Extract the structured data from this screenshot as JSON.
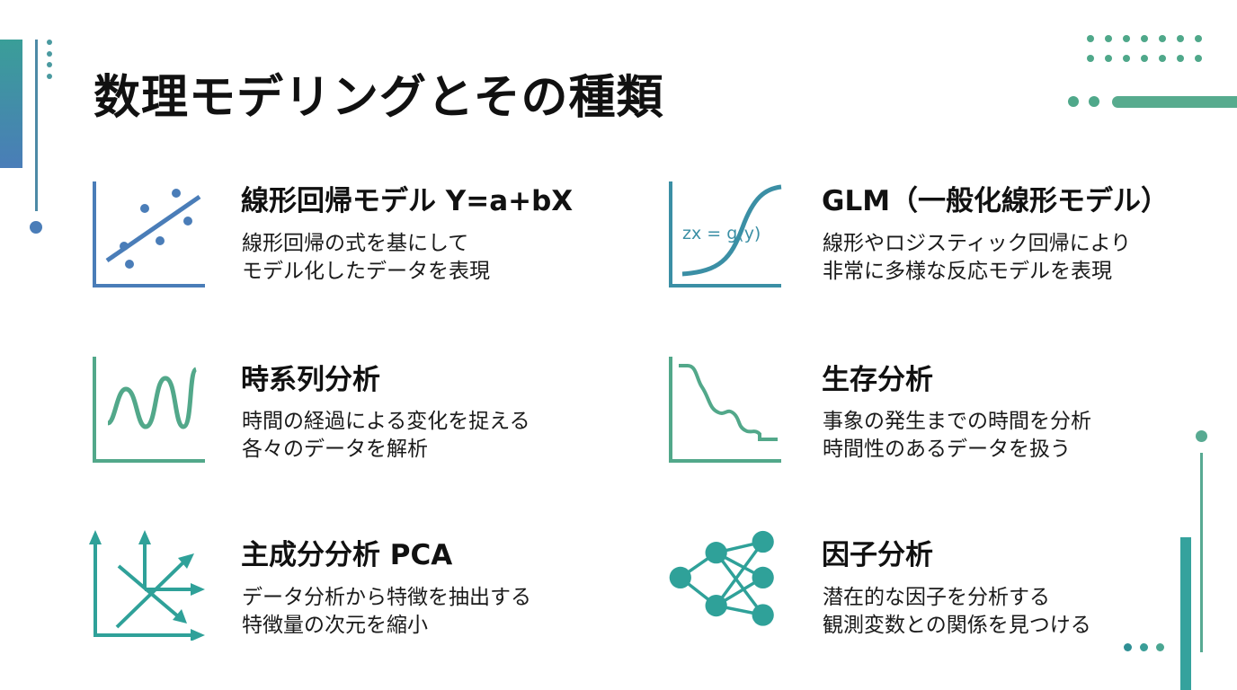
{
  "title": "数理モデリングとその種類",
  "colors": {
    "blue": "#4a7db8",
    "teal": "#2fa199",
    "green": "#52a88a",
    "slate": "#3b8fa5"
  },
  "cards": [
    {
      "title": "線形回帰モデル Y=a+bX",
      "desc": [
        "線形回帰の式を基にして",
        "モデル化したデータを表現"
      ],
      "icon": "scatter-regression-icon"
    },
    {
      "title": "GLM（一般化線形モデル）",
      "desc": [
        "線形やロジスティック回帰により",
        "非常に多様な反応モデルを表現"
      ],
      "icon": "sigmoid-curve-icon",
      "formula": "zx = g(y)"
    },
    {
      "title": "時系列分析",
      "desc": [
        "時間の経過による変化を捉える",
        "各々のデータを解析"
      ],
      "icon": "wave-chart-icon"
    },
    {
      "title": "生存分析",
      "desc": [
        "事象の発生までの時間を分析",
        "時間性のあるデータを扱う"
      ],
      "icon": "survival-curve-icon"
    },
    {
      "title": "主成分分析 PCA",
      "desc": [
        "データ分析から特徴を抽出する",
        "特徴量の次元を縮小"
      ],
      "icon": "vector-arrows-icon"
    },
    {
      "title": "因子分析",
      "desc": [
        "潜在的な因子を分析する",
        "観測変数との関係を見つける"
      ],
      "icon": "network-nodes-icon"
    }
  ]
}
